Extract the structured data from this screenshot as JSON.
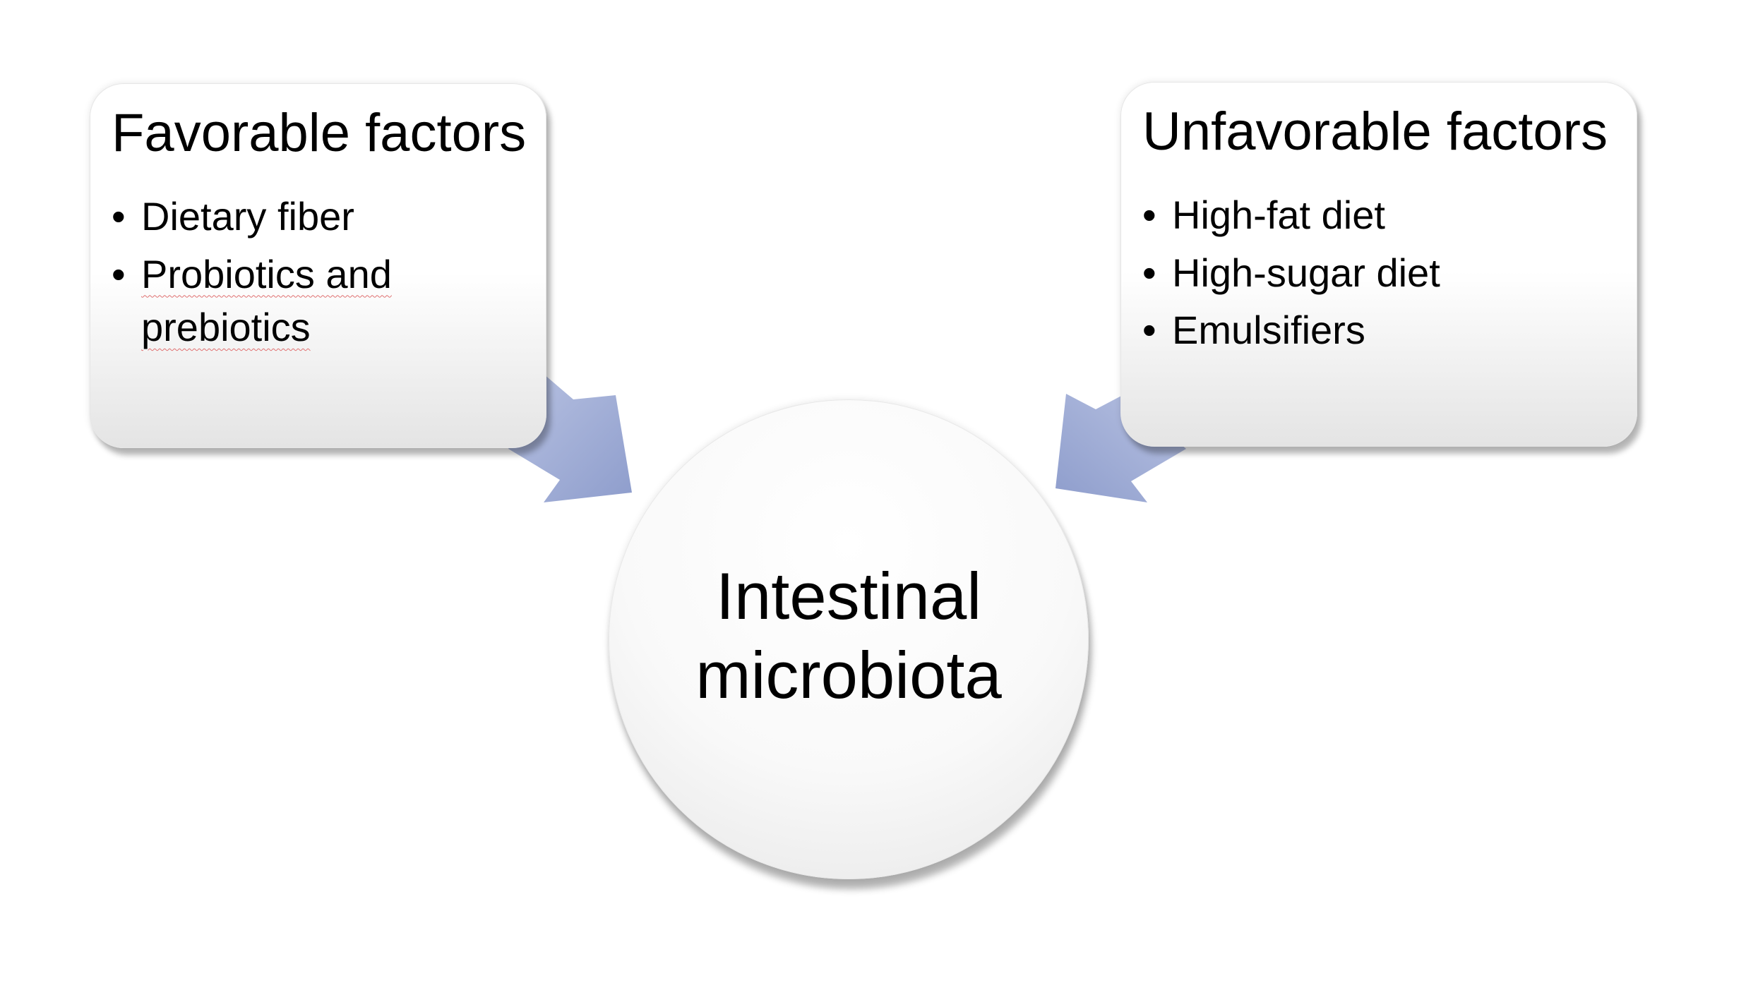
{
  "diagram": {
    "favorable": {
      "title": "Favorable factors",
      "items": [
        "Dietary fiber",
        "Probiotics and prebiotics"
      ]
    },
    "unfavorable": {
      "title": "Unfavorable factors",
      "items": [
        "High-fat diet",
        "High-sugar diet",
        "Emulsifiers"
      ]
    },
    "center": {
      "line1": "Intestinal",
      "line2": "microbiota"
    },
    "bullet_glyph": "•",
    "colors": {
      "arrow": "#9aa8d2",
      "box_gradient_bottom": "#e4e4e4",
      "spellcheck_underline": "#e07070"
    }
  }
}
